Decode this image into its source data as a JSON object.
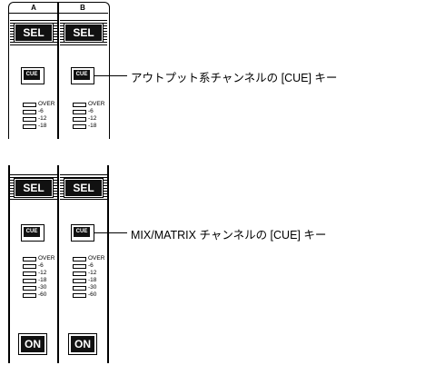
{
  "top_panel": {
    "channels": [
      {
        "label": "A",
        "sel": "SEL",
        "cue": "CUE",
        "meter": [
          "OVER",
          "-6",
          "-12",
          "-18"
        ]
      },
      {
        "label": "B",
        "sel": "SEL",
        "cue": "CUE",
        "meter": [
          "OVER",
          "-6",
          "-12",
          "-18"
        ]
      }
    ],
    "callout": "アウトプット系チャンネルの [CUE] キー"
  },
  "bottom_panel": {
    "channels": [
      {
        "sel": "SEL",
        "cue": "CUE",
        "meter": [
          "OVER",
          "-6",
          "-12",
          "-18",
          "-30",
          "-60"
        ],
        "on": "ON"
      },
      {
        "sel": "SEL",
        "cue": "CUE",
        "meter": [
          "OVER",
          "-6",
          "-12",
          "-18",
          "-30",
          "-60"
        ],
        "on": "ON"
      }
    ],
    "callout": "MIX/MATRIX チャンネルの [CUE] キー"
  }
}
